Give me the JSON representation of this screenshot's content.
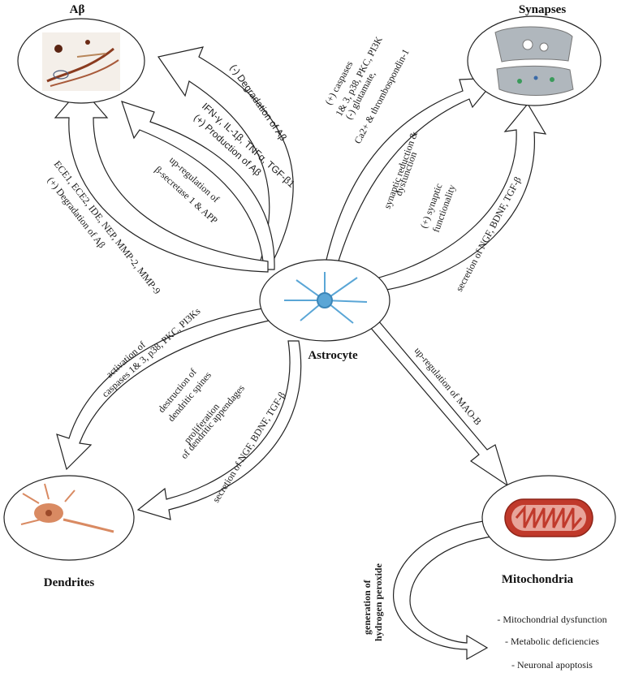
{
  "nodes": {
    "abeta": "Aβ",
    "synapses": "Synapses",
    "astrocyte": "Astrocyte",
    "dendrites": "Dendrites",
    "mitochondria": "Mitochondria"
  },
  "arrows": {
    "degradation": "(-) Degradation of Aβ",
    "production_1": "IFN-γ, IL-1β, TNFα, TGF-β1",
    "production_2": "(+) Production of Aβ",
    "upreg_1": "up-regulation of",
    "upreg_2": "β-secretase 1 & APP",
    "ece_1": "ECE1, ECE2, IDE, NEP, MMP-2, MMP-9",
    "ece_2": "(+) Degradation of Aβ",
    "syn_casp_1": "(+) caspases",
    "syn_casp_2": "1& 3, p38, PKC, PI3K",
    "syn_glut_1": "(-) glutamate,",
    "syn_glut_2": "Ca2+ & thrombospondin-1",
    "syn_red_1": "synaptic reduction &",
    "syn_red_2": "dysfunction",
    "syn_func_1": "(+) synaptic",
    "syn_func_2": "functionality",
    "syn_secr": "secretion of NGF, BDNF, TGF-β",
    "den_act_1": "activation of",
    "den_act_2": "caspases 1& 3, p38, PKC, PI3Ks",
    "den_destr_1": "destruction of",
    "den_destr_2": "dendritic spines",
    "den_prol_1": "proliferation",
    "den_prol_2": "of dendritic appendages",
    "den_secr": "secretion of NGF, BDNF, TGF-β",
    "mao": "up-regulation of MAO-B",
    "h2o2_1": "generation of",
    "h2o2_2": "hydrogen peroxide"
  },
  "outcomes": [
    "- Mitochondrial dysfunction",
    "- Metabolic deficiencies",
    "- Neuronal apoptosis"
  ],
  "colors": {
    "line": "#222222",
    "astrocyte": "#5aa6d6",
    "mito_outer": "#c0392b",
    "mito_inner": "#e8a49a",
    "neuron": "#d98a62",
    "synapse": "#b0b7bd",
    "abeta_stain": "#8a3b1f"
  }
}
